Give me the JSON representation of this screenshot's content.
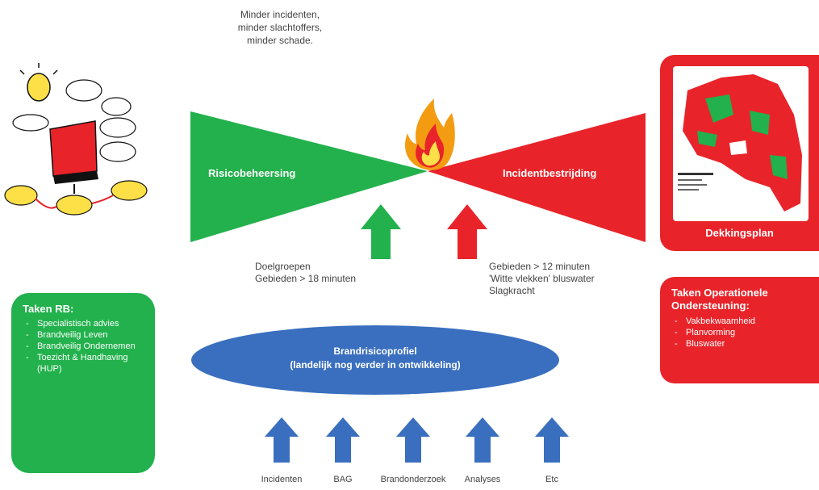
{
  "goal": {
    "lines": [
      "Minder incidenten,",
      "minder slachtoffers,",
      "minder schade."
    ]
  },
  "left_bow": {
    "label": "Risicobeheersing",
    "color": "#22b14c"
  },
  "right_bow": {
    "label": "Incidentbestrijding",
    "color": "#e8242a"
  },
  "left_note": {
    "lines": [
      "Doelgroepen",
      "Gebieden > 18 minuten"
    ]
  },
  "right_note": {
    "lines": [
      "Gebieden > 12 minuten",
      "'Witte vlekken' bluswater",
      "Slagkracht"
    ]
  },
  "taken_rb": {
    "title": "Taken RB:",
    "items": [
      "Specialistisch advies",
      "Brandveilig Leven",
      "Brandveilig Ondernemen",
      "Toezicht & Handhaving (HUP)"
    ]
  },
  "taken_oo": {
    "title": "Taken Operationele Ondersteuning:",
    "items": [
      "Vakbekwaamheid",
      "Planvorming",
      "Bluswater"
    ]
  },
  "dekkingsplan": {
    "label": "Dekkingsplan"
  },
  "brandrisicoprofiel": {
    "line1": "Brandrisicoprofiel",
    "line2": "(landelijk nog verder in ontwikkeling)",
    "color": "#3a6fbf"
  },
  "inputs": [
    "Incidenten",
    "BAG",
    "Brandonderzoek",
    "Analyses",
    "Etc"
  ],
  "colors": {
    "green": "#22b14c",
    "red": "#e8242a",
    "blue": "#3a6fbf"
  }
}
